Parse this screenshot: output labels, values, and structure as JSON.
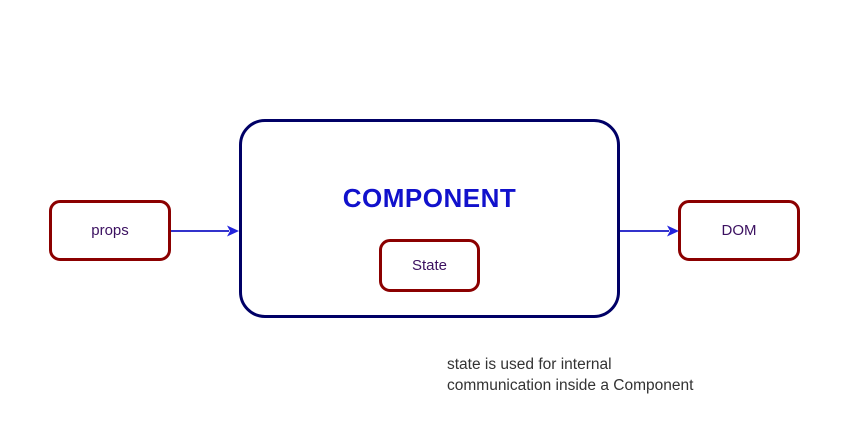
{
  "diagram": {
    "title_text": "COMPONENT",
    "nodes": {
      "props": {
        "label": "props"
      },
      "state": {
        "label": "State"
      },
      "dom": {
        "label": "DOM"
      }
    },
    "edges": [
      {
        "name": "props-to-component",
        "from": "props",
        "to": "COMPONENT",
        "label": ""
      },
      {
        "name": "component-to-dom",
        "from": "COMPONENT",
        "to": "DOM",
        "label": ""
      }
    ],
    "caption": "state is used for internal\ncommunication inside a Component",
    "colors": {
      "component_border": "#000066",
      "component_title": "#1111cc",
      "box_border": "#8b0000",
      "box_text": "#3b1060",
      "arrow": "#3333cc",
      "caption_text": "#333333",
      "background": "#ffffff"
    }
  }
}
